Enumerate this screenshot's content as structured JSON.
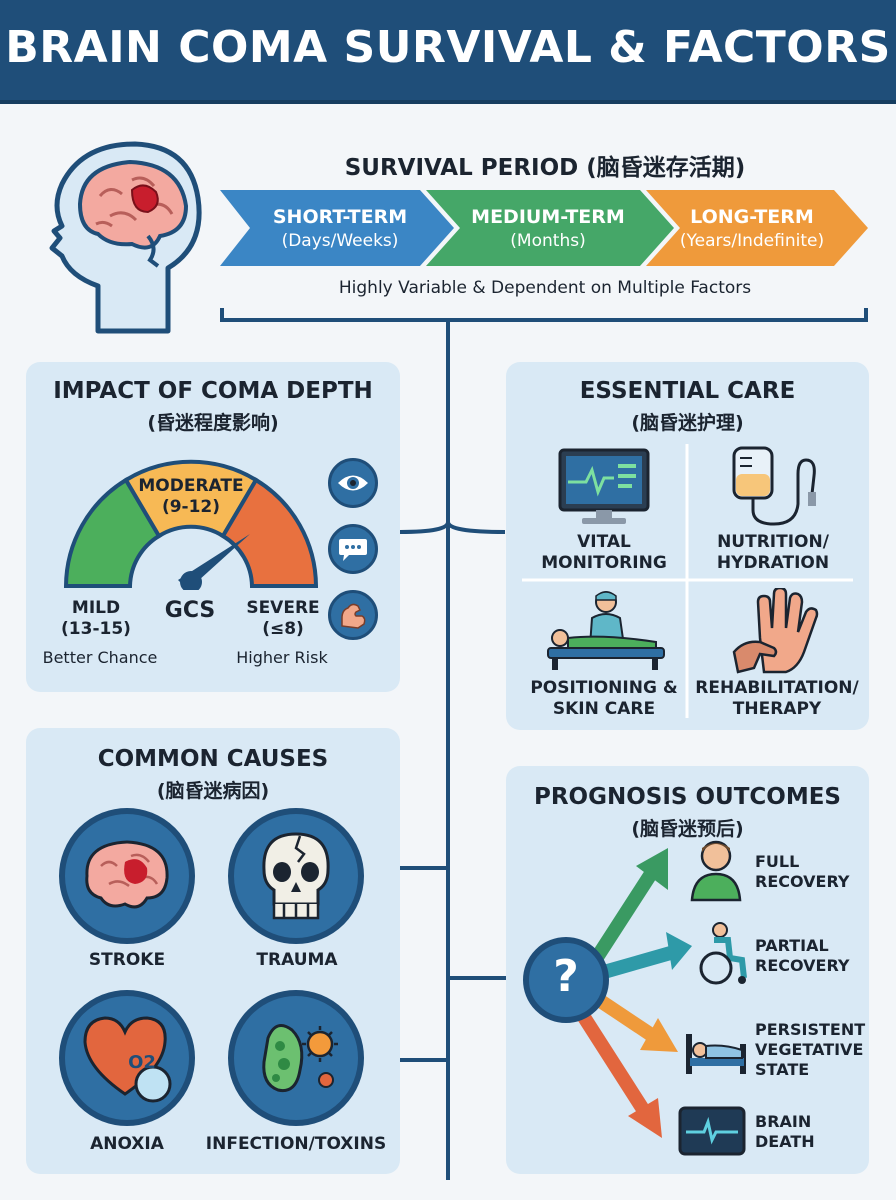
{
  "header": {
    "title": "BRAIN COMA SURVIVAL & FACTORS"
  },
  "survival": {
    "title": "SURVIVAL PERIOD (脑昏迷存活期)",
    "phases": [
      {
        "label": "SHORT-TERM",
        "sub": "(Days/Weeks)",
        "color": "#3b86c5"
      },
      {
        "label": "MEDIUM-TERM",
        "sub": "(Months)",
        "color": "#45a768"
      },
      {
        "label": "LONG-TERM",
        "sub": "(Years/Indefinite)",
        "color": "#ef9a3b"
      }
    ],
    "caption": "Highly Variable & Dependent on Multiple Factors"
  },
  "coma_depth": {
    "title": "IMPACT OF COMA DEPTH",
    "subtitle": "(昏迷程度影响)",
    "gauge_center": "GCS",
    "moderate": {
      "label": "MODERATE",
      "range": "(9-12)"
    },
    "mild": {
      "label": "MILD",
      "range": "(13-15)",
      "note": "Better Chance"
    },
    "severe": {
      "label": "SEVERE",
      "range": "(≤8)",
      "note": "Higher Risk"
    },
    "colors": {
      "mild": "#4caf5c",
      "moderate": "#f7b955",
      "severe": "#e8713f"
    },
    "side_icons": [
      "eye-icon",
      "speech-bubble-icon",
      "arm-strength-icon"
    ]
  },
  "essential_care": {
    "title": "ESSENTIAL CARE",
    "subtitle": "(脑昏迷护理)",
    "items": [
      {
        "line1": "VITAL",
        "line2": "MONITORING",
        "icon": "monitor-icon"
      },
      {
        "line1": "NUTRITION/",
        "line2": "HYDRATION",
        "icon": "iv-bag-icon"
      },
      {
        "line1": "POSITIONING &",
        "line2": "SKIN CARE",
        "icon": "nurse-patient-icon"
      },
      {
        "line1": "REHABILITATION/",
        "line2": "THERAPY",
        "icon": "helping-hands-icon"
      }
    ]
  },
  "causes": {
    "title": "COMMON CAUSES",
    "subtitle": "(脑昏迷病因)",
    "items": [
      {
        "label": "STROKE",
        "icon": "brain-stroke-icon"
      },
      {
        "label": "TRAUMA",
        "icon": "skull-icon"
      },
      {
        "label": "ANOXIA",
        "icon": "heart-oxygen-icon",
        "badge": "O2"
      },
      {
        "label": "INFECTION/TOXINS",
        "icon": "microbe-icon"
      }
    ]
  },
  "prognosis": {
    "title": "PROGNOSIS OUTCOMES",
    "subtitle": "(脑昏迷预后)",
    "center": "?",
    "outcomes": [
      {
        "line1": "FULL",
        "line2": "RECOVERY",
        "line3": "",
        "color": "#3a9a62",
        "icon": "person-icon"
      },
      {
        "line1": "PARTIAL",
        "line2": "RECOVERY",
        "line3": "",
        "color": "#2e9aa8",
        "icon": "wheelchair-icon"
      },
      {
        "line1": "PERSISTENT",
        "line2": "VEGETATIVE",
        "line3": "STATE",
        "color": "#ef9a3b",
        "icon": "hospital-bed-icon"
      },
      {
        "line1": "BRAIN",
        "line2": "DEATH",
        "line3": "",
        "color": "#e2663e",
        "icon": "flatline-monitor-icon"
      }
    ]
  }
}
